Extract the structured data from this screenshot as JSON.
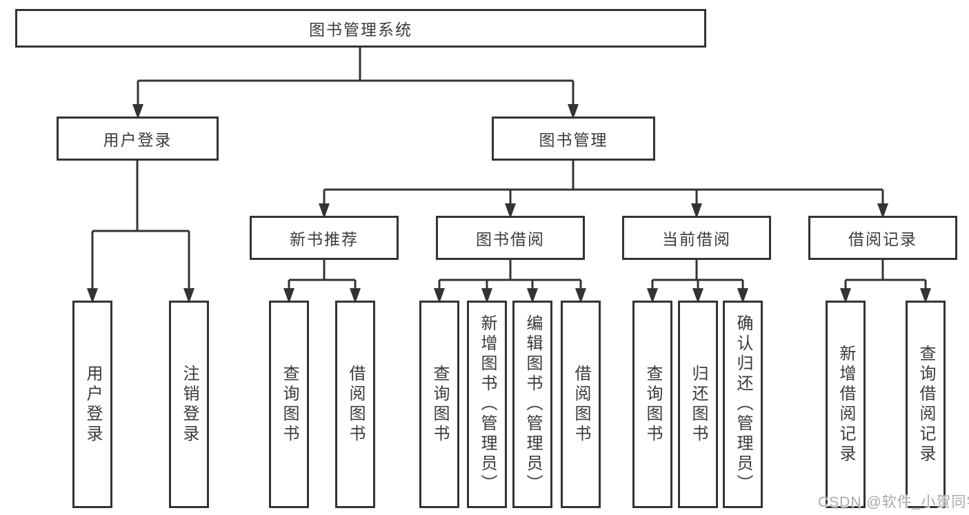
{
  "diagram": {
    "title": "图书管理系统",
    "tree": {
      "root": {
        "label": "图书管理系统"
      },
      "level2": [
        {
          "label": "用户登录",
          "children": [
            {
              "label": "用户登录"
            },
            {
              "label": "注销登录"
            }
          ]
        },
        {
          "label": "图书管理",
          "groups": [
            {
              "label": "新书推荐",
              "children": [
                {
                  "label": "查询图书"
                },
                {
                  "label": "借阅图书"
                }
              ]
            },
            {
              "label": "图书借阅",
              "children": [
                {
                  "label": "查询图书"
                },
                {
                  "label": "新增图书（管理员）"
                },
                {
                  "label": "编辑图书（管理员）"
                },
                {
                  "label": "借阅图书"
                }
              ]
            },
            {
              "label": "当前借阅",
              "children": [
                {
                  "label": "查询图书"
                },
                {
                  "label": "归还图书"
                },
                {
                  "label": "确认归还（管理员）"
                }
              ]
            },
            {
              "label": "借阅记录",
              "children": [
                {
                  "label": "新增借阅记录"
                },
                {
                  "label": "查询借阅记录"
                }
              ]
            }
          ]
        }
      ]
    },
    "colors": {
      "line": "#333333",
      "box_border": "#333333",
      "text": "#3a3a3a",
      "background": "#ffffff",
      "watermark": "#a9a9a9"
    }
  },
  "watermark": {
    "text": "CSDN @软件_小贺同学"
  }
}
